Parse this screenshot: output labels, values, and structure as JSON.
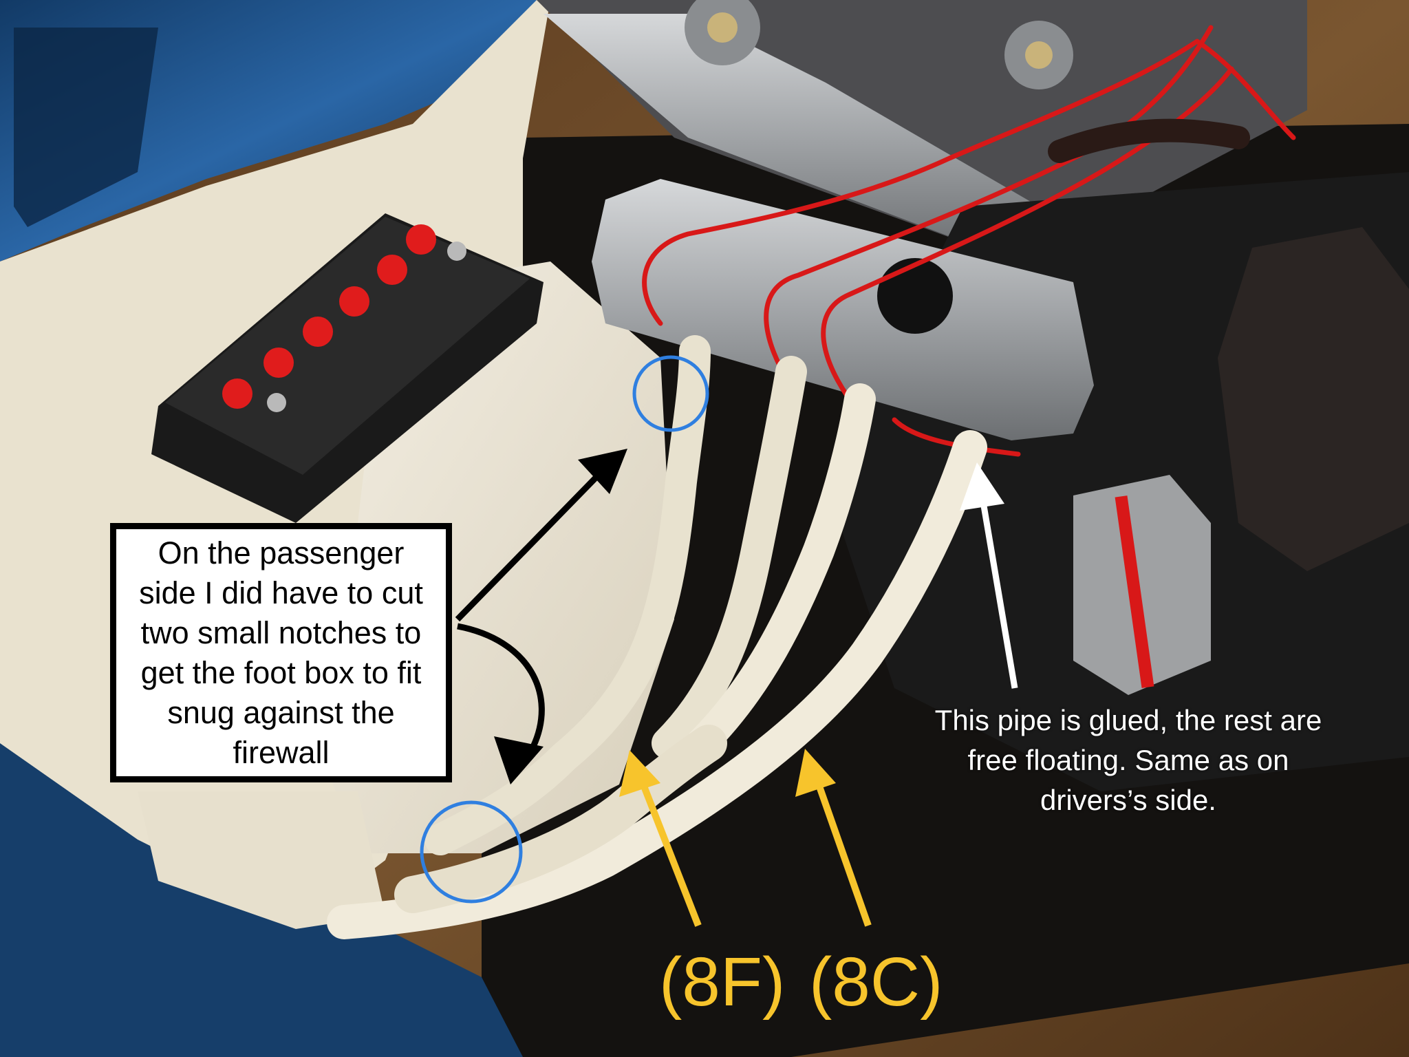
{
  "annotations": {
    "note_box_text": "On the passenger side I did have to cut two small notches to get the foot box to fit snug against the firewall",
    "pipe_note_text": "This pipe is glued, the rest are free floating. Same as on drivers’s side.",
    "label_8f": "(8F)",
    "label_8c": "(8C)"
  },
  "colors": {
    "circle_outline": "#2f7fe0",
    "label_yellow": "#f7c42c",
    "arrow_black": "#000000",
    "arrow_white": "#ffffff",
    "wire_red": "#d81818",
    "pipe_cream": "#ece6d2",
    "body_blue": "#1c4f86",
    "engine_black": "#151515",
    "silver": "#a9acaf"
  }
}
